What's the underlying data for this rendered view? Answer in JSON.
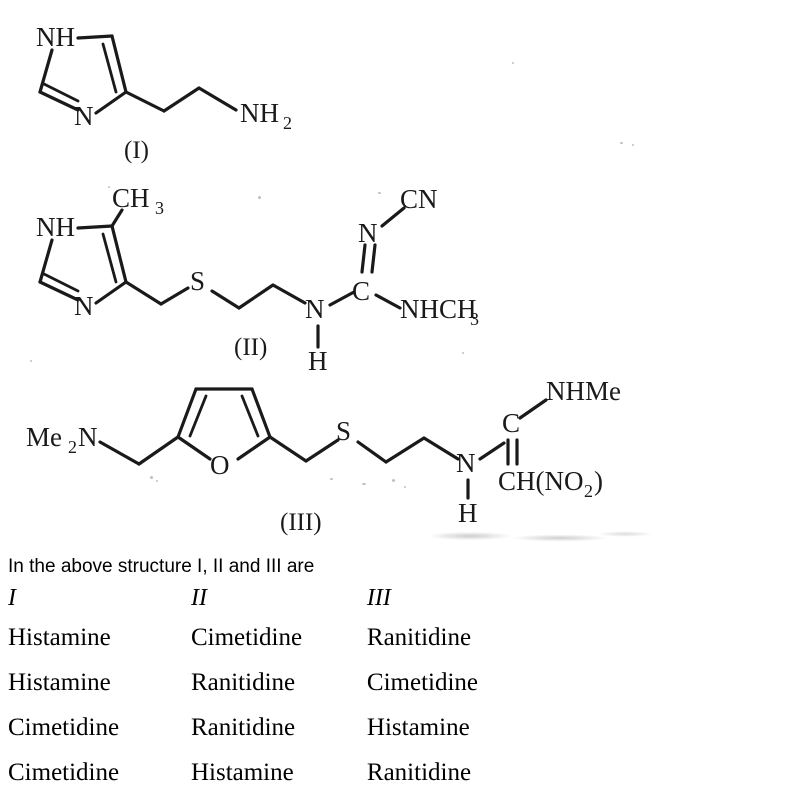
{
  "structures": {
    "caption_1": "(I)",
    "caption_2": "(II)",
    "caption_3": "(III)",
    "structure_1": {
      "name": "structure-histamine",
      "labels": {
        "ring_nh": "NH",
        "ring_n": "N",
        "amine": "NH",
        "amine_sub": "2"
      }
    },
    "structure_2": {
      "name": "structure-cimetidine",
      "labels": {
        "ring_nh": "NH",
        "ring_n": "N",
        "methyl": "CH",
        "methyl_sub": "3",
        "sulfur": "S",
        "chain_n": "N",
        "chain_nh_h": "H",
        "central_c": "C",
        "imine_n": "N",
        "nitrile": "CN",
        "methylamino": "NHCH",
        "methylamino_sub": "3"
      }
    },
    "structure_3": {
      "name": "structure-ranitidine",
      "labels": {
        "dimethylamino": "Me",
        "dimethylamino_sub": "2",
        "dimethylamino_tail": "N",
        "furan_o": "O",
        "sulfur": "S",
        "chain_n": "N",
        "chain_nh_h": "H",
        "central_c": "C",
        "methylamino": "NHMe",
        "nitro_group": "CH(NO",
        "nitro_sub": "2",
        "nitro_close": ")"
      }
    }
  },
  "question": {
    "prompt": "In the above structure I, II and III are"
  },
  "options_table": {
    "headers": [
      "I",
      "II",
      "III"
    ],
    "rows": [
      [
        "Histamine",
        "Cimetidine",
        "Ranitidine"
      ],
      [
        "Histamine",
        "Ranitidine",
        "Cimetidine"
      ],
      [
        "Cimetidine",
        "Ranitidine",
        "Histamine"
      ],
      [
        "Cimetidine",
        "Histamine",
        "Ranitidine"
      ]
    ]
  },
  "colors": {
    "ink": "#1a1a1a",
    "background": "#ffffff",
    "smudge": "#8d8d8d"
  }
}
